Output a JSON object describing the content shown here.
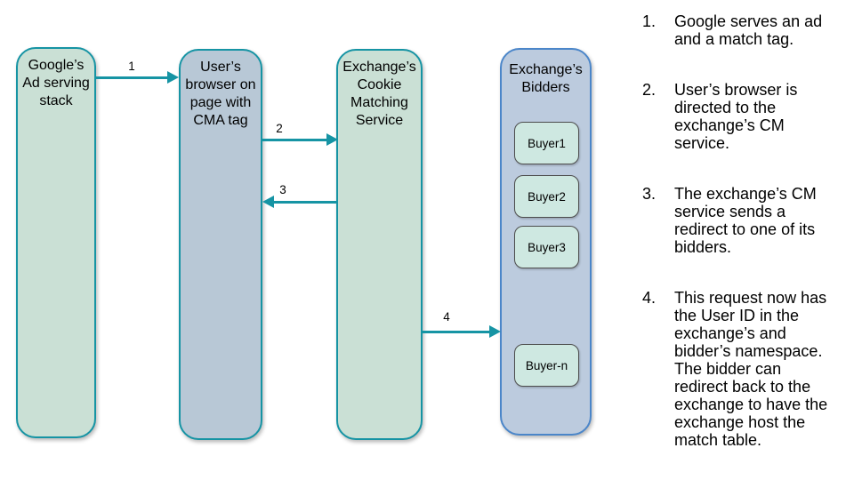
{
  "diagram": {
    "nodes": [
      {
        "label": "Google’s\nAd serving\nstack"
      },
      {
        "label": "User’s\nbrowser on\npage with\nCMA tag"
      },
      {
        "label": "Exchange’s\nCookie\nMatching\nService"
      },
      {
        "label": "Exchange’s\nBidders"
      }
    ],
    "buyers": [
      "Buyer1",
      "Buyer2",
      "Buyer3",
      "Buyer-n"
    ],
    "arrows": [
      {
        "label": "1"
      },
      {
        "label": "2"
      },
      {
        "label": "3"
      },
      {
        "label": "4"
      }
    ],
    "colors": {
      "teal": "#1694a4",
      "green_fill": "#cae0d5",
      "blue_fill": "#b8c8d6",
      "bidders_fill": "#bccbde",
      "bidders_border": "#4b86c9",
      "buyer_fill": "#cee8e1",
      "buyer_border": "#4d4d4d"
    }
  },
  "steps": [
    {
      "num": "1.",
      "text": "Google serves an ad and a match tag."
    },
    {
      "num": "2.",
      "text": "User’s browser is directed to the exchange’s CM service."
    },
    {
      "num": "3.",
      "text": "The exchange’s CM service sends a redirect to one of its bidders."
    },
    {
      "num": "4.",
      "text": "This request now has the User ID in the exchange’s and bidder’s namespace. The bidder can redirect back to the exchange to have the exchange host the match table."
    }
  ]
}
